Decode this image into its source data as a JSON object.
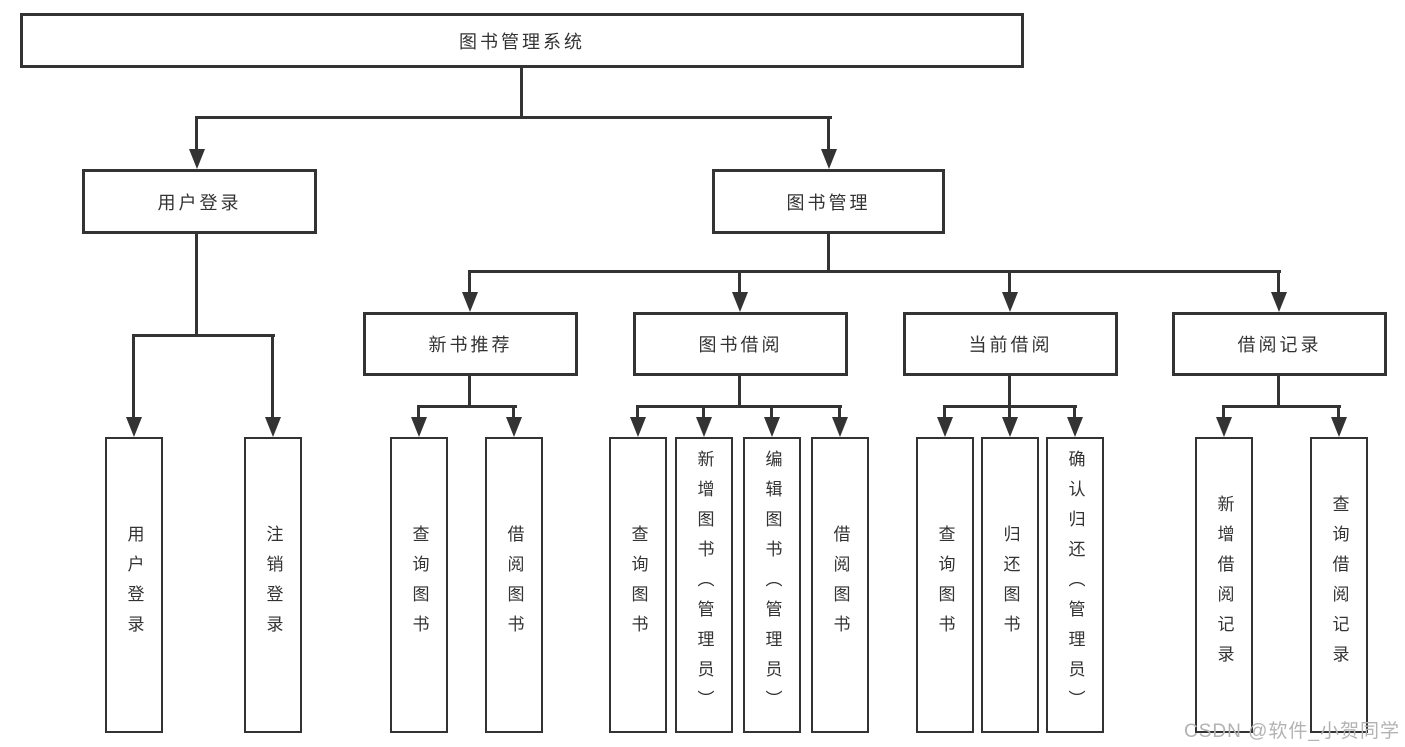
{
  "diagram": {
    "title": "图书管理系统",
    "branches": [
      {
        "label": "用户登录",
        "children": [
          "用户登录",
          "注销登录"
        ]
      },
      {
        "label": "图书管理",
        "sections": [
          {
            "label": "新书推荐",
            "children": [
              "查询图书",
              "借阅图书"
            ]
          },
          {
            "label": "图书借阅",
            "children": [
              "查询图书",
              "新增图书（管理员）",
              "编辑图书（管理员）",
              "借阅图书"
            ]
          },
          {
            "label": "当前借阅",
            "children": [
              "查询图书",
              "归还图书",
              "确认归还（管理员）"
            ]
          },
          {
            "label": "借阅记录",
            "children": [
              "新增借阅记录",
              "查询借阅记录"
            ]
          }
        ]
      }
    ]
  },
  "watermark": {
    "text": "CSDN @软件_小贺同学"
  },
  "colors": {
    "line": "#333333",
    "text": "#333333",
    "background": "#ffffff",
    "watermark": "#b3b3b3"
  }
}
